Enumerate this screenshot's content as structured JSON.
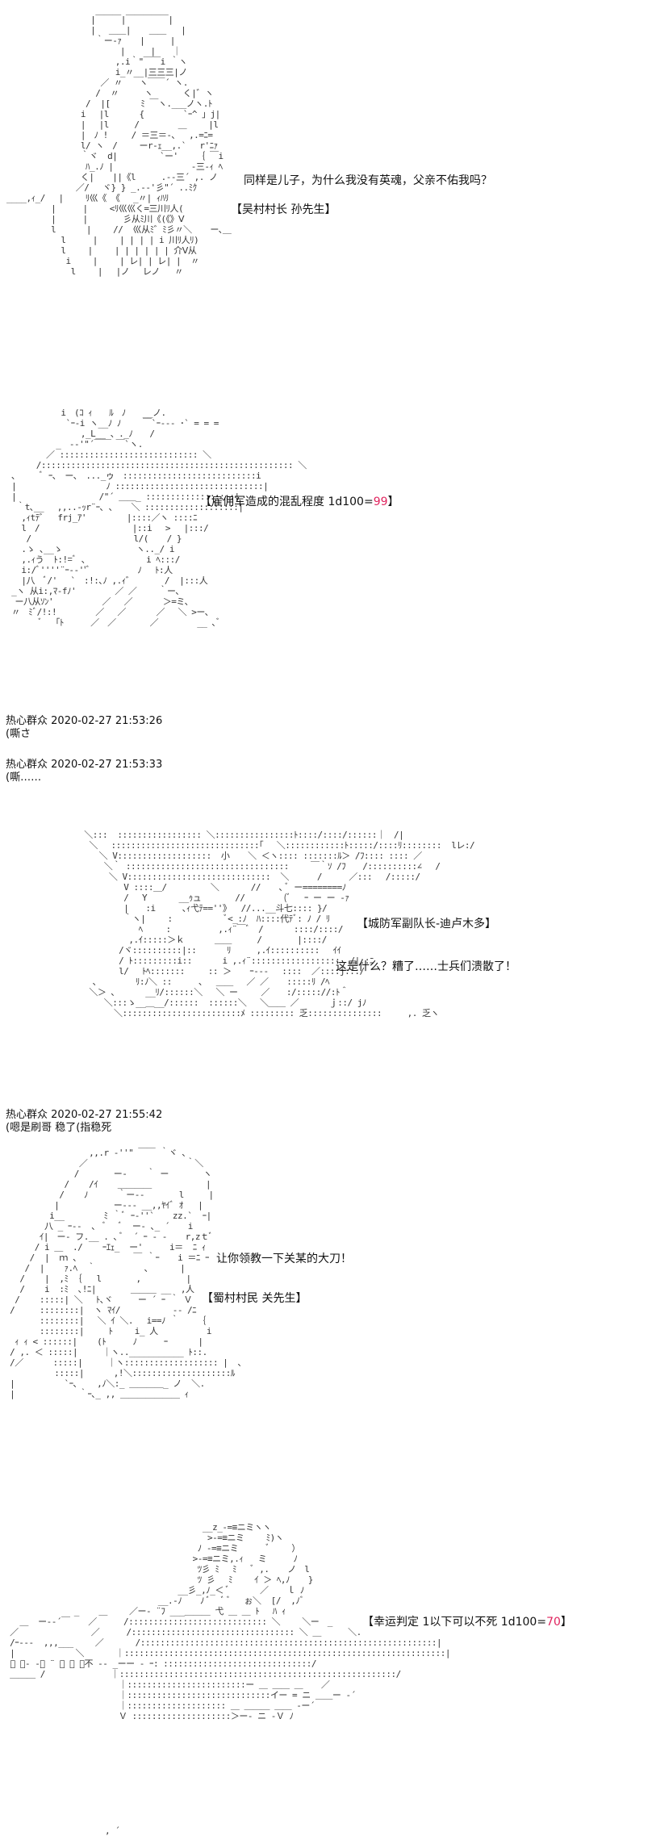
{
  "scene1": {
    "dialogue": "同样是儿子，为什么我没有英魂，父亲不佑我吗？",
    "speaker": "【吴村村长 孙先生】"
  },
  "scene2": {
    "roll_prefix": "【雇佣军造成的混乱程度 1d100=",
    "roll_value": "99",
    "roll_suffix": "】"
  },
  "comments": [
    {
      "user": "热心群众",
      "time": "2020-02-27 21:53:26",
      "text": "(嘶さ"
    },
    {
      "user": "热心群众",
      "time": "2020-02-27 21:53:33",
      "text": "(嘶……"
    }
  ],
  "scene3": {
    "speaker": "【城防军副队长-迪卢木多】",
    "dialogue": "这是什么？糟了……士兵们溃散了！"
  },
  "comment3": {
    "user": "热心群众",
    "time": "2020-02-27 21:55:42",
    "text": "(嗯是刷哥 稳了(指稳死"
  },
  "scene4": {
    "dialogue": "让你领教一下关某的大刀！",
    "speaker": "【蜀村村民 关先生】"
  },
  "scene5": {
    "roll_prefix": "【幸运判定 1以下可以不死 1d100=",
    "roll_value": "70",
    "roll_suffix": "】"
  },
  "colors": {
    "roll_value": "#e0245e",
    "text": "#111111"
  }
}
